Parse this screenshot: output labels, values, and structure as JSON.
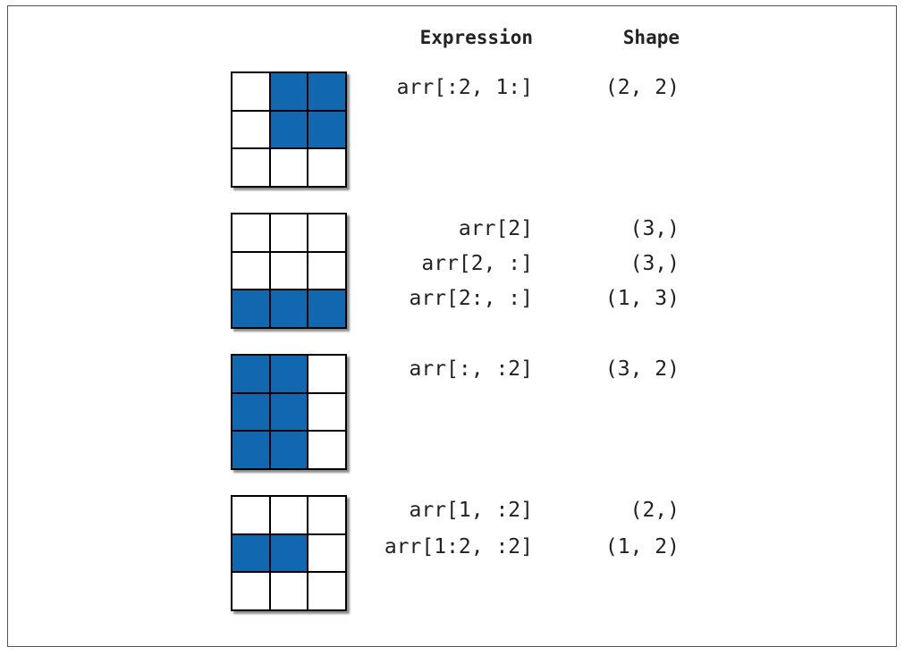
{
  "headers": {
    "expression": "Expression",
    "shape": "Shape"
  },
  "fill_color": "#1268b0",
  "groups": [
    {
      "grid": [
        [
          0,
          1,
          1
        ],
        [
          0,
          1,
          1
        ],
        [
          0,
          0,
          0
        ]
      ],
      "rows": [
        {
          "expression": "arr[:2, 1:]",
          "shape": "(2, 2)"
        }
      ]
    },
    {
      "grid": [
        [
          0,
          0,
          0
        ],
        [
          0,
          0,
          0
        ],
        [
          1,
          1,
          1
        ]
      ],
      "rows": [
        {
          "expression": "arr[2]",
          "shape": "(3,)"
        },
        {
          "expression": "arr[2, :]",
          "shape": "(3,)"
        },
        {
          "expression": "arr[2:, :]",
          "shape": "(1, 3)"
        }
      ]
    },
    {
      "grid": [
        [
          1,
          1,
          0
        ],
        [
          1,
          1,
          0
        ],
        [
          1,
          1,
          0
        ]
      ],
      "rows": [
        {
          "expression": "arr[:, :2]",
          "shape": "(3, 2)"
        }
      ]
    },
    {
      "grid": [
        [
          0,
          0,
          0
        ],
        [
          1,
          1,
          0
        ],
        [
          0,
          0,
          0
        ]
      ],
      "rows": [
        {
          "expression": "arr[1, :2]",
          "shape": "(2,)"
        },
        {
          "expression": "arr[1:2, :2]",
          "shape": "(1, 2)"
        }
      ]
    }
  ]
}
